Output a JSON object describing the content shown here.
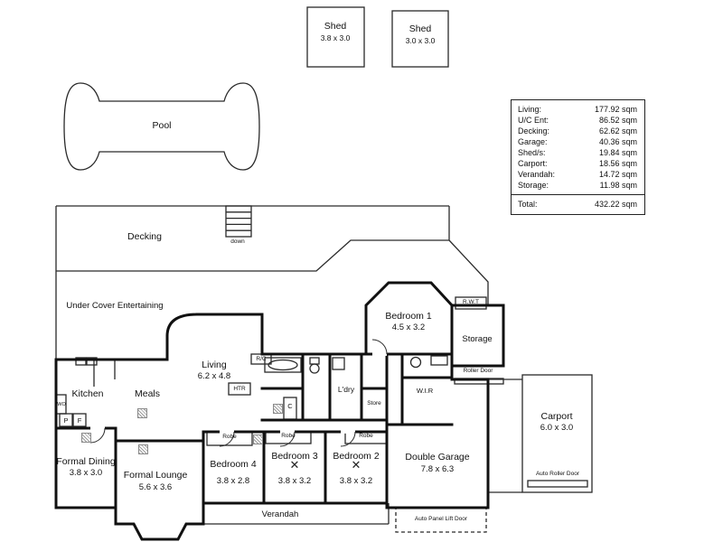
{
  "sheds": [
    {
      "name": "Shed",
      "size": "3.8 x 3.0"
    },
    {
      "name": "Shed",
      "size": "3.0 x 3.0"
    }
  ],
  "pool": {
    "label": "Pool"
  },
  "areas": {
    "rows": [
      {
        "label": "Living:",
        "value": "177.92 sqm"
      },
      {
        "label": "U/C Ent:",
        "value": "86.52 sqm"
      },
      {
        "label": "Decking:",
        "value": "62.62 sqm"
      },
      {
        "label": "Garage:",
        "value": "40.36 sqm"
      },
      {
        "label": "Shed/s:",
        "value": "19.84 sqm"
      },
      {
        "label": "Carport:",
        "value": "18.56 sqm"
      },
      {
        "label": "Verandah:",
        "value": "14.72 sqm"
      },
      {
        "label": "Storage:",
        "value": "11.98 sqm"
      }
    ],
    "total_label": "Total:",
    "total_value": "432.22 sqm"
  },
  "outdoor": {
    "decking": "Decking",
    "stairs_down": "down",
    "under_cover": "Under Cover Entertaining",
    "verandah": "Verandah"
  },
  "rooms": {
    "bedroom1": {
      "name": "Bedroom 1",
      "size": "4.5 x 3.2"
    },
    "storage": {
      "name": "Storage"
    },
    "kitchen": {
      "name": "Kitchen"
    },
    "meals": {
      "name": "Meals"
    },
    "living": {
      "name": "Living",
      "size": "6.2 x 4.8"
    },
    "laundry": {
      "name": "L'dry"
    },
    "store": {
      "name": "Store"
    },
    "wir": {
      "name": "W.I.R"
    },
    "formal_dining": {
      "name": "Formal Dining",
      "size": "3.8 x 3.0"
    },
    "formal_lounge": {
      "name": "Formal Lounge",
      "size": "5.6 x 3.6"
    },
    "bedroom4": {
      "name": "Bedroom 4",
      "size": "3.8 x 2.8"
    },
    "bedroom3": {
      "name": "Bedroom 3",
      "size": "3.8 x 3.2"
    },
    "bedroom2": {
      "name": "Bedroom 2",
      "size": "3.8 x 3.2"
    },
    "double_garage": {
      "name": "Double Garage",
      "size": "7.8 x 6.3"
    },
    "carport": {
      "name": "Carport",
      "size": "6.0 x 3.0"
    }
  },
  "fixtures": {
    "rwt": "R.W.T",
    "roller_door": "Roller Door",
    "auto_roller_door": "Auto Roller Door",
    "auto_panel_lift_door": "Auto Panel Lift Door",
    "robe": "Robe",
    "htr": "HTR",
    "rc": "R/C",
    "cupboard": "C",
    "wall_oven": "WO",
    "pantry": "P",
    "fridge": "F"
  },
  "symbols": {
    "cross": "✕"
  },
  "colors": {
    "wall": "#111111",
    "thin_line": "#2a2a2a",
    "background": "#ffffff"
  }
}
